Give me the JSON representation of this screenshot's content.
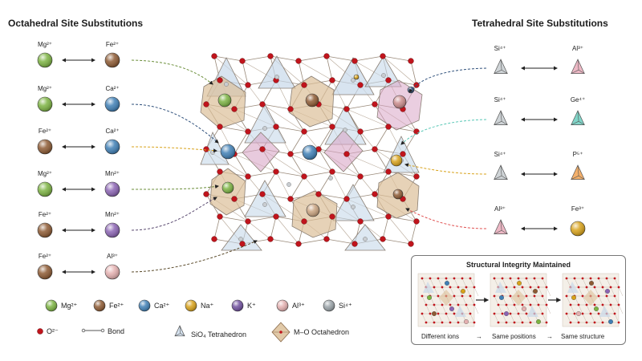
{
  "titles": {
    "octahedral": "Octahedral Site Substitutions",
    "tetrahedral": "Tetrahedral Site Substitutions"
  },
  "octahedral_pairs": [
    {
      "left": "Mg²⁺",
      "left_color": "#7cb342",
      "right": "Fe²⁺",
      "right_color": "#8d5a33"
    },
    {
      "left": "Mg²⁺",
      "left_color": "#7cb342",
      "right": "Ca²⁺",
      "right_color": "#3f7fb5"
    },
    {
      "left": "Fe²⁺",
      "left_color": "#8d5a33",
      "right": "Ca²⁺",
      "right_color": "#3f7fb5"
    },
    {
      "left": "Mg²⁺",
      "left_color": "#7cb342",
      "right": "Mn²⁺",
      "right_color": "#8b64b3"
    },
    {
      "left": "Fe²⁺",
      "left_color": "#8d5a33",
      "right": "Mn²⁺",
      "right_color": "#8b64b3"
    },
    {
      "left": "Fe²⁺",
      "left_color": "#8d5a33",
      "right": "Al³⁺",
      "right_color": "#e4b0b0"
    }
  ],
  "tetrahedral_pairs": [
    {
      "left": "Si⁴⁺",
      "left_color": "#bfc5c9",
      "right": "Al³⁺",
      "right_color": "#e7a0b2"
    },
    {
      "left": "Si⁴⁺",
      "left_color": "#bfc5c9",
      "right": "Ge⁴⁺",
      "right_color": "#57c7b5"
    },
    {
      "left": "Si⁴⁺",
      "left_color": "#bfc5c9",
      "right": "P⁵⁺",
      "right_color": "#f0953a"
    },
    {
      "left": "Al³⁺",
      "left_color": "#e7a0b2",
      "right": "Fe³⁺",
      "right_color": "#d8a21a"
    }
  ],
  "legend_ions": [
    {
      "label": "Mg²⁺",
      "color": "#7cb342"
    },
    {
      "label": "Fe²⁺",
      "color": "#8d5a33"
    },
    {
      "label": "Ca²⁺",
      "color": "#3f7fb5"
    },
    {
      "label": "Na⁺",
      "color": "#d8a21a"
    },
    {
      "label": "K⁺",
      "color": "#6f4f9e"
    },
    {
      "label": "Al³⁺",
      "color": "#e4b0b0"
    },
    {
      "label": "Si⁴⁺",
      "color": "#9aa3a8"
    }
  ],
  "legend_other": {
    "oxygen": "O²⁻",
    "bond": "Bond",
    "tetrahedron": "SiO₄ Tetrahedron",
    "octahedron": "M–O Octahedron"
  },
  "integrity": {
    "title": "Structural Integrity Maintained",
    "captions": [
      "Different ions",
      "Same positions",
      "Same structure"
    ],
    "arrow": "→"
  },
  "colors": {
    "oxygen": "#c0141c",
    "tetra_fill": "#c7d8ea",
    "octa_fill": "#dcbf99",
    "octa_pink": "#d9a6c6"
  }
}
